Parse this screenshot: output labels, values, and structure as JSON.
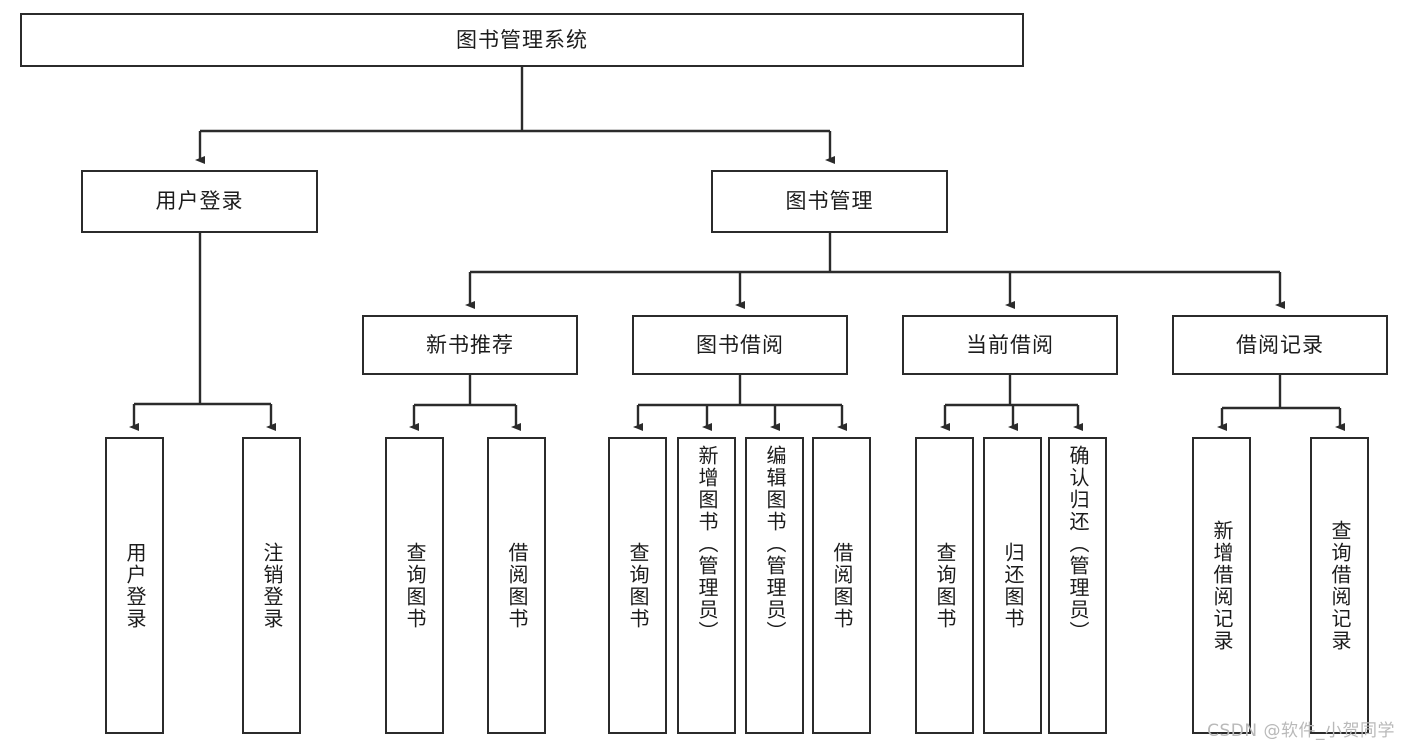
{
  "diagram": {
    "type": "tree",
    "title": "图书管理系统",
    "root": {
      "label": "图书管理系统"
    },
    "level1": [
      {
        "label": "用户登录"
      },
      {
        "label": "图书管理"
      }
    ],
    "level2": [
      {
        "label": "新书推荐"
      },
      {
        "label": "图书借阅"
      },
      {
        "label": "当前借阅"
      },
      {
        "label": "借阅记录"
      }
    ],
    "leaves": {
      "user_login": [
        {
          "label": "用户登录"
        },
        {
          "label": "注销登录"
        }
      ],
      "new_book_recommend": [
        {
          "label": "查询图书"
        },
        {
          "label": "借阅图书"
        }
      ],
      "book_borrow": [
        {
          "label": "查询图书"
        },
        {
          "label": "新增图书（管理员）"
        },
        {
          "label": "编辑图书（管理员）"
        },
        {
          "label": "借阅图书"
        }
      ],
      "current_borrow": [
        {
          "label": "查询图书"
        },
        {
          "label": "归还图书"
        },
        {
          "label": "确认归还（管理员）"
        }
      ],
      "borrow_record": [
        {
          "label": "新增借阅记录"
        },
        {
          "label": "查询借阅记录"
        }
      ]
    }
  },
  "watermark": {
    "text": "CSDN @软件_小贺同学"
  },
  "colors": {
    "stroke": "#2b2b2b",
    "fill": "#ffffff",
    "text": "#1c1c1c",
    "watermark": "#b9b9b9"
  }
}
